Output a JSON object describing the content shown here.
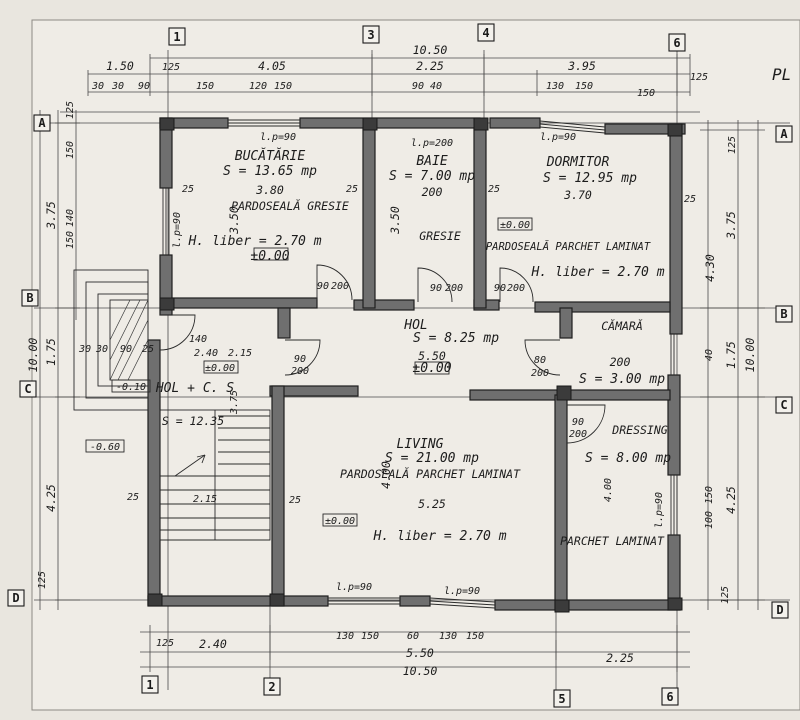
{
  "sheet": {
    "title_fragment": "PL"
  },
  "axes": {
    "vertical": [
      "1",
      "2",
      "3",
      "4",
      "5",
      "6"
    ],
    "horizontal": [
      "A",
      "B",
      "C",
      "D"
    ]
  },
  "rooms": {
    "bucatarie": {
      "name": "BUCĂTĂRIE",
      "area": "S = 13.65 mp",
      "floor": "PARDOSEALĂ GRESIE",
      "height": "H. liber = 2.70 m",
      "width": "3.80",
      "depth": "3.50"
    },
    "baie": {
      "name": "BAIE",
      "area": "S = 7.00 mp",
      "floor": "GRESIE",
      "width": "200",
      "depth": "3.50"
    },
    "dormitor": {
      "name": "DORMITOR",
      "area": "S = 12.95 mp",
      "floor": "PARDOSEALĂ PARCHET LAMINAT",
      "height": "H. liber = 2.70 m",
      "width": "3.70"
    },
    "hol": {
      "name": "HOL",
      "area": "S = 8.25 mp",
      "width": "5.50"
    },
    "camara": {
      "name": "CĂMARĂ",
      "area": "S = 3.00 mp",
      "width": "200"
    },
    "dressing": {
      "name": "DRESSING",
      "area": "S = 8.00 mp"
    },
    "living": {
      "name": "LIVING",
      "area": "S = 21.00 mp",
      "floor": "PARDOSEALĂ PARCHET LAMINAT",
      "height": "H. liber = 2.70 m",
      "width": "5.25",
      "depth": "4.00"
    },
    "holcs": {
      "name": "HOL + C. S",
      "area": "S = 12.35"
    },
    "parchet_dr": {
      "floor": "PARCHET LAMINAT"
    }
  },
  "levels": {
    "pm0": "±0.00",
    "neg": "-0.60",
    "neg10": "-0.10"
  },
  "dims_top": {
    "total": "10.50",
    "seg": [
      "1.50",
      "4.05",
      "2.25",
      "3.95"
    ],
    "small": [
      "30",
      "30",
      "90",
      "150",
      "120",
      "150",
      "90",
      "40",
      "130",
      "150",
      "150"
    ],
    "edge": "125"
  },
  "dims_bottom": {
    "total": "10.50",
    "seg": [
      "125",
      "2.40",
      "5.50",
      "2.25"
    ],
    "small": [
      "130",
      "150",
      "60",
      "130",
      "150"
    ]
  },
  "dims_left": {
    "total": "10.00",
    "seg": [
      "3.75",
      "1.75",
      "4.25"
    ],
    "small": [
      "125",
      "150",
      "140",
      "150",
      "30",
      "30",
      "90",
      "25",
      "125"
    ]
  },
  "dims_right": {
    "total": "10.00",
    "seg": [
      "3.75",
      "1.75",
      "4.25"
    ],
    "small": [
      "125",
      "4.30",
      "40",
      "100",
      "150",
      "125"
    ]
  },
  "openings": {
    "lp90": "l.p=90",
    "lp200": "l.p=200",
    "d90": "90",
    "d200": "200",
    "d80": "80"
  },
  "misc": {
    "w25": "25",
    "w140": "140",
    "w240": "2.40",
    "w215": "2.15",
    "s375": "3.75",
    "s215": "2.15",
    "d400": "4.00"
  }
}
